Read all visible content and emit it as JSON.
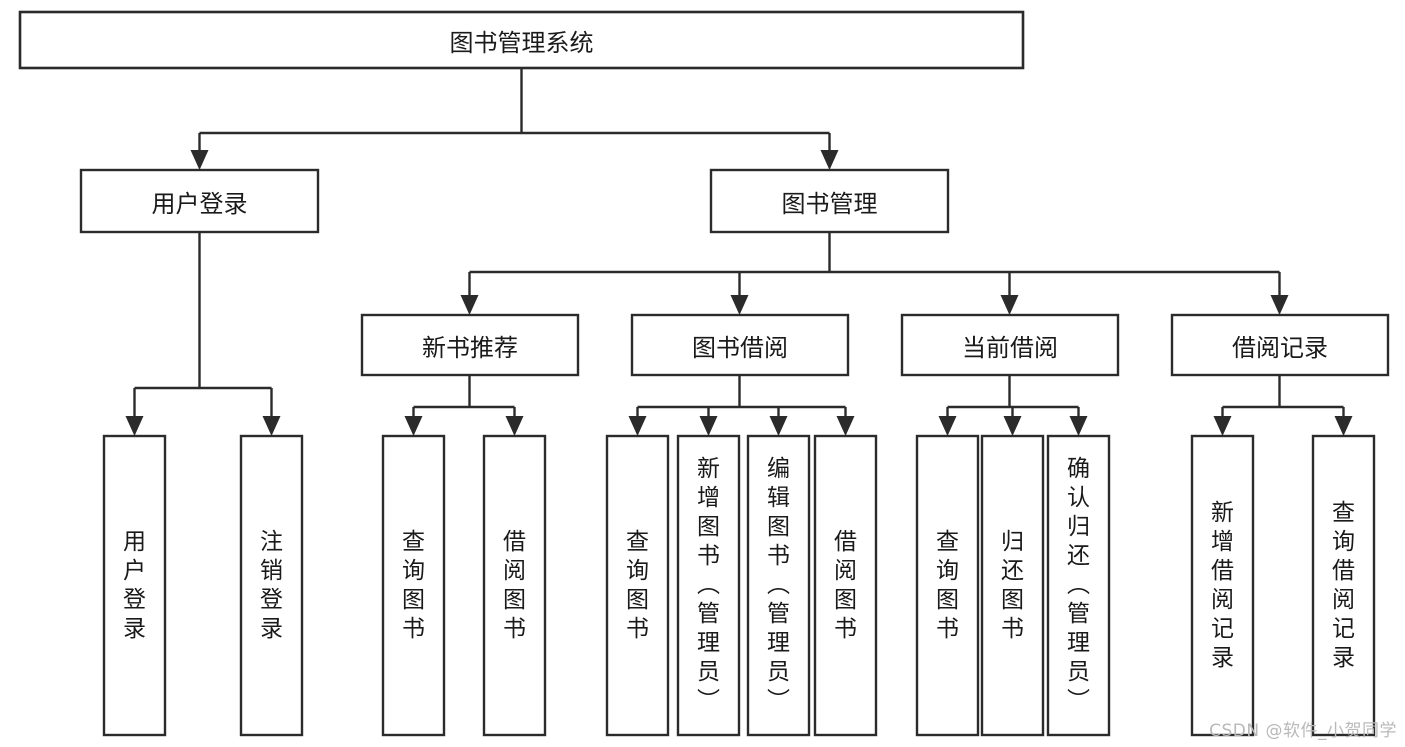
{
  "diagram": {
    "type": "tree",
    "title": "图书管理系统",
    "orientation": "top-down",
    "watermark": "CSDN @软件_小贺同学",
    "colors": {
      "box_stroke": "#2b2b2b",
      "box_fill": "#ffffff",
      "text": "#1a1a1a",
      "background": "#ffffff",
      "watermark": "#b9b9b9"
    },
    "nodes": {
      "root": {
        "label": "图书管理系统"
      },
      "level2": [
        {
          "id": "user-login",
          "label": "用户登录"
        },
        {
          "id": "book-manage",
          "label": "图书管理"
        }
      ],
      "level3": [
        {
          "id": "new-book-recommend",
          "label": "新书推荐",
          "parent": "book-manage"
        },
        {
          "id": "book-borrow",
          "label": "图书借阅",
          "parent": "book-manage"
        },
        {
          "id": "current-borrow",
          "label": "当前借阅",
          "parent": "book-manage"
        },
        {
          "id": "borrow-record",
          "label": "借阅记录",
          "parent": "book-manage"
        }
      ],
      "leaves": [
        {
          "id": "leaf-user-login",
          "label": "用户登录",
          "parent": "user-login"
        },
        {
          "id": "leaf-user-logout",
          "label": "注销登录",
          "parent": "user-login"
        },
        {
          "id": "leaf-query-book-rec",
          "label": "查询图书",
          "parent": "new-book-recommend"
        },
        {
          "id": "leaf-borrow-book-rec",
          "label": "借阅图书",
          "parent": "new-book-recommend"
        },
        {
          "id": "leaf-query-book-borrow",
          "label": "查询图书",
          "parent": "book-borrow"
        },
        {
          "id": "leaf-add-book",
          "label": "新增图书（管理员）",
          "parent": "book-borrow"
        },
        {
          "id": "leaf-edit-book",
          "label": "编辑图书（管理员）",
          "parent": "book-borrow"
        },
        {
          "id": "leaf-borrow-book",
          "label": "借阅图书",
          "parent": "book-borrow"
        },
        {
          "id": "leaf-query-book-cur",
          "label": "查询图书",
          "parent": "current-borrow"
        },
        {
          "id": "leaf-return-book",
          "label": "归还图书",
          "parent": "current-borrow"
        },
        {
          "id": "leaf-confirm-return",
          "label": "确认归还（管理员）",
          "parent": "current-borrow"
        },
        {
          "id": "leaf-add-record",
          "label": "新增借阅记录",
          "parent": "borrow-record"
        },
        {
          "id": "leaf-query-record",
          "label": "查询借阅记录",
          "parent": "borrow-record"
        }
      ]
    }
  }
}
